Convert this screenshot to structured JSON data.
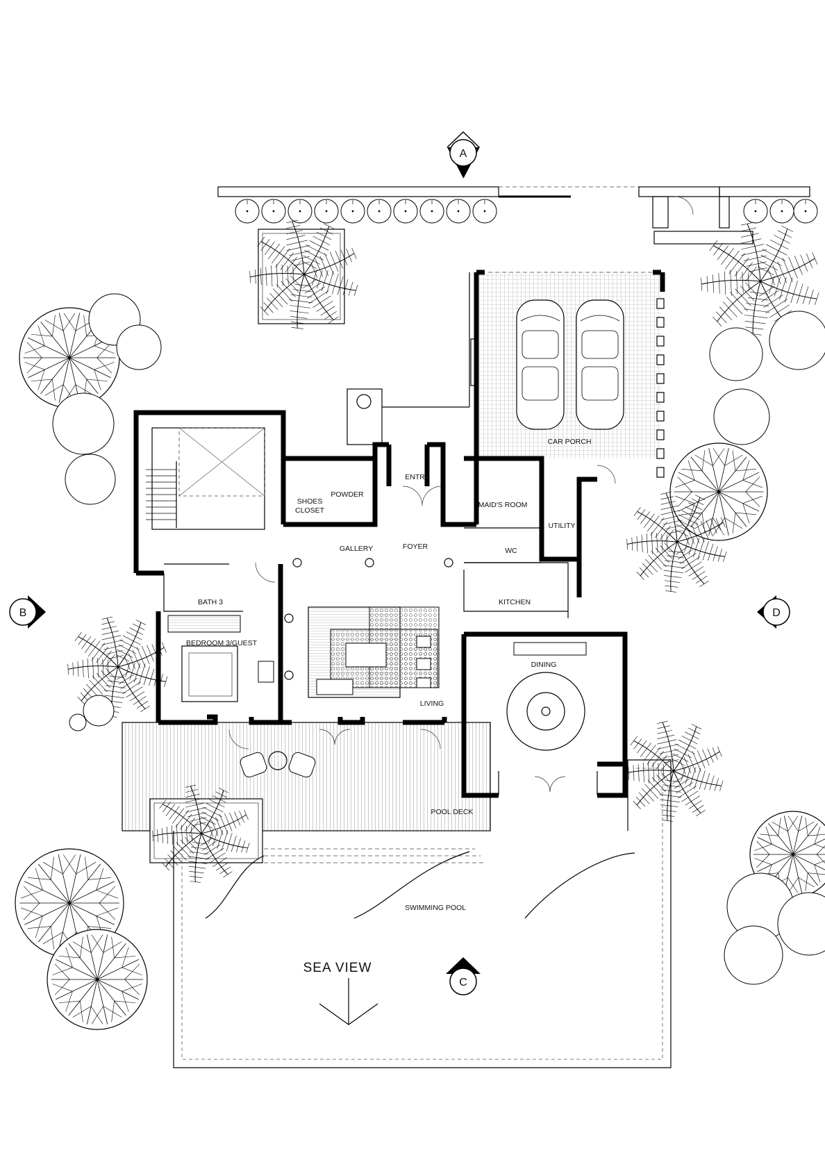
{
  "rooms": {
    "car_porch": "CAR PORCH",
    "entry": "ENTRY",
    "shoes_closet_line1": "SHOES",
    "shoes_closet_line2": "CLOSET",
    "powder": "POWDER",
    "maids_room": "MAID'S ROOM",
    "utility": "UTILITY",
    "wc": "WC",
    "gallery": "GALLERY",
    "foyer": "FOYER",
    "bath3": "BATH 3",
    "kitchen": "KITCHEN",
    "bedroom3": "BEDROOM 3/GUEST",
    "dining": "DINING",
    "living": "LIVING",
    "pool_deck": "POOL DECK",
    "swimming_pool": "SWIMMING POOL"
  },
  "view_label": "SEA VIEW",
  "section_markers": {
    "a": "A",
    "b": "B",
    "c": "C",
    "d": "D"
  }
}
